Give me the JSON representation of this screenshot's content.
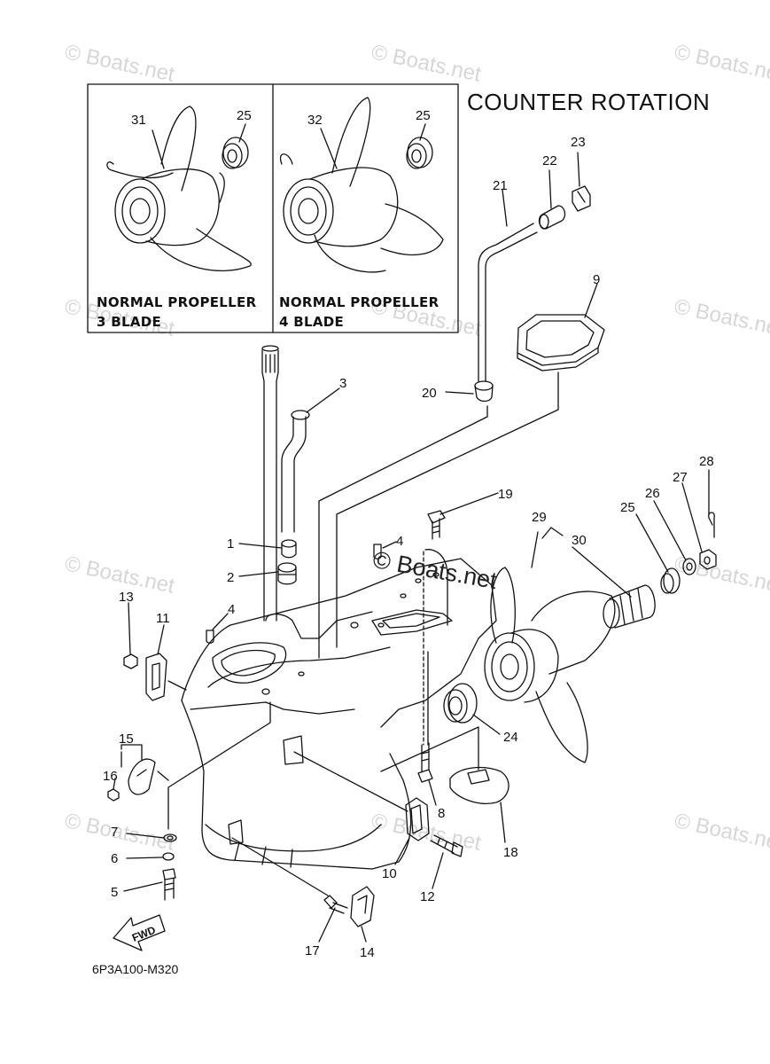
{
  "diagram": {
    "title": "COUNTER  ROTATION",
    "code": "6P3A100-M320",
    "watermark": "© Boats.net",
    "fwd_label": "FWD",
    "insets": [
      {
        "line1": "NORMAL PROPELLER",
        "line2": "3 BLADE"
      },
      {
        "line1": "NORMAL PROPELLER",
        "line2": "4 BLADE"
      }
    ],
    "callouts": {
      "c31": "31",
      "c25a": "25",
      "c32": "32",
      "c25b": "25",
      "c23": "23",
      "c22": "22",
      "c21": "21",
      "c9": "9",
      "c3": "3",
      "c20": "20",
      "c28": "28",
      "c27": "27",
      "c26": "26",
      "c25c": "25",
      "c19": "19",
      "c29": "29",
      "c30": "30",
      "c1": "1",
      "c4a": "4",
      "c2": "2",
      "c13": "13",
      "c11": "11",
      "c4b": "4",
      "c15": "15",
      "c16": "16",
      "c24": "24",
      "c8": "8",
      "c7": "7",
      "c6": "6",
      "c18": "18",
      "c5": "5",
      "c10": "10",
      "c12": "12",
      "c17": "17",
      "c14": "14"
    }
  }
}
